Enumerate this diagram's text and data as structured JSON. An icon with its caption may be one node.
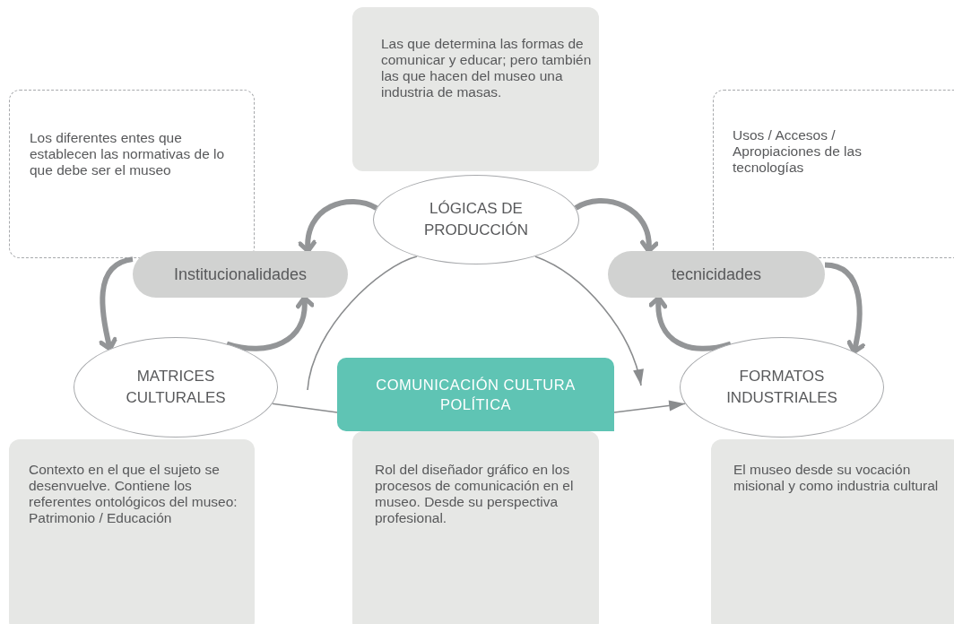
{
  "diagram": {
    "nodes": [
      {
        "text": [
          "Los diferentes entes que establecen las normativas de lo que debe ser el museo"
        ]
      },
      {
        "text": [
          "Las que determina las formas de comunicar y educar; pero también las que hacen del museo una industria de masas."
        ]
      },
      {
        "text": [
          "Usos / Accesos / Apropiaciones de las tecnologías"
        ]
      },
      {
        "text": [
          "LÓGICAS DE PRODUCCIÓN"
        ]
      },
      {
        "text": [
          "Institucionalidades"
        ]
      },
      {
        "text": [
          "tecnicidades"
        ]
      },
      {
        "text": [
          "MATRICES CULTURALES"
        ]
      },
      {
        "text": [
          "COMUNICACIÓN CULTURA POLÍTICA"
        ]
      },
      {
        "text": [
          "FORMATOS INDUSTRIALES"
        ]
      },
      {
        "text": [
          "Contexto en el que el sujeto se desenvuelve. Contiene los referentes ontológicos del museo: Patrimonio / Educación"
        ]
      },
      {
        "text": [
          "Rol del diseñador gráfico en los procesos de comunicación en el museo. Desde su perspectiva profesional."
        ]
      },
      {
        "text": [
          "El museo desde su vocación misional y como industria cultural"
        ]
      }
    ],
    "edges": [
      {
        "from": 3,
        "to": 4,
        "arrow": "to"
      },
      {
        "from": 3,
        "to": 5,
        "arrow": "to"
      },
      {
        "from": 4,
        "to": 6,
        "arrow": "to"
      },
      {
        "from": 6,
        "to": 4,
        "arrow": "to"
      },
      {
        "from": 5,
        "to": 8,
        "arrow": "to"
      },
      {
        "from": 8,
        "to": 5,
        "arrow": "to"
      },
      {
        "from": null,
        "to": 3,
        "arrow": "none"
      },
      {
        "from": 3,
        "to": null,
        "arrow": "to"
      },
      {
        "from": 6,
        "to": 7,
        "arrow": "none"
      },
      {
        "from": 7,
        "to": 8,
        "arrow": "to"
      }
    ]
  }
}
